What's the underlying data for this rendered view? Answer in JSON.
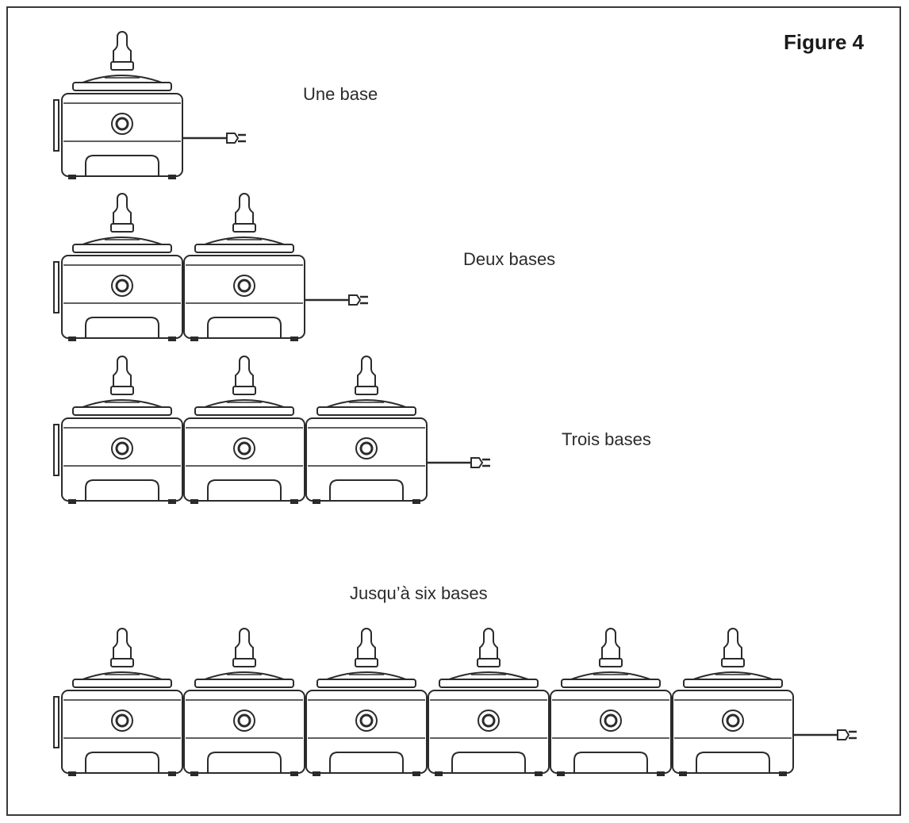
{
  "figure": {
    "title": "Figure 4",
    "rows": [
      {
        "label": "Une base",
        "count": 1
      },
      {
        "label": "Deux bases",
        "count": 2
      },
      {
        "label": "Trois bases",
        "count": 3
      },
      {
        "label": "Jusqu’à six bases",
        "count": 6
      }
    ]
  },
  "style": {
    "stroke": "#2b2b2b",
    "fill": "#ffffff"
  }
}
